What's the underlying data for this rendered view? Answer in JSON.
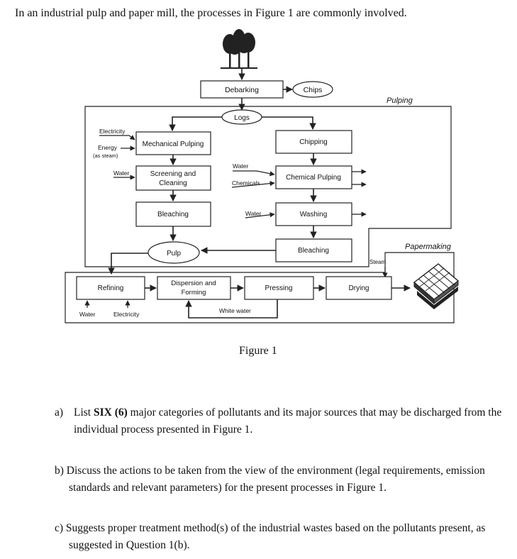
{
  "intro": "In an industrial pulp and paper mill, the processes in Figure 1 are commonly involved.",
  "figure": {
    "caption": "Figure 1",
    "section_labels": {
      "pulping": "Pulping",
      "papermaking": "Papermaking"
    },
    "nodes": {
      "debarking": "Debarking",
      "chips": "Chips",
      "logs": "Logs",
      "mechanical_pulping": "Mechanical Pulping",
      "screening_line1": "Screening and",
      "screening_line2": "Cleaning",
      "bleaching_left": "Bleaching",
      "chipping": "Chipping",
      "chemical_pulping": "Chemical Pulping",
      "washing": "Washing",
      "bleaching_right": "Bleaching",
      "pulp": "Pulp",
      "refining": "Refining",
      "dispersion_line1": "Dispersion and",
      "dispersion_line2": "Forming",
      "pressing": "Pressing",
      "drying": "Drying"
    },
    "inputs": {
      "electricity_top": "Electricity",
      "energy": "Energy",
      "as_steam": "(as steam)",
      "water_screening": "Water",
      "water_chemical": "Water",
      "chemicals": "Chemicals",
      "water_washing": "Water",
      "steam": "Steam",
      "water_refining": "Water",
      "electricity_refining": "Electricity",
      "white_water": "White water"
    }
  },
  "questions": [
    {
      "label": "a)",
      "text_before_bold": "List ",
      "bold": "SIX (6)",
      "text_after_bold": " major categories of pollutants and its major sources that may be discharged from the individual process presented in Figure 1."
    },
    {
      "label": "b)",
      "text": "Discuss the actions to be taken from the view of the environment (legal requirements, emission standards and relevant parameters) for the present processes in Figure 1."
    },
    {
      "label": "c)",
      "text": "Suggests proper treatment method(s) of the industrial wastes based on the pollutants present, as suggested in Question 1(b)."
    }
  ]
}
